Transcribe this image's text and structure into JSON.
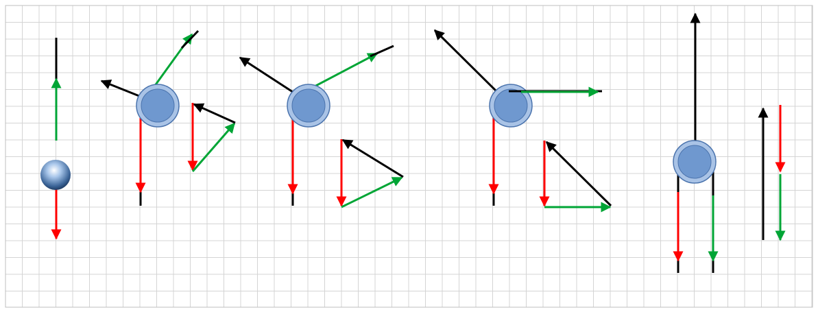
{
  "colors": {
    "background": "#ffffff",
    "grid": "#d4d4d4",
    "border": "#bfbfbf",
    "red": "#ff0000",
    "green": "#00a535",
    "black": "#000000",
    "body_fill": "#6f98cf",
    "body_ring": "#a9c3e6",
    "body_stroke": "#4a73ad",
    "sphere_highlight": "#ffffff",
    "sphere_mid": "#7fa7d6",
    "sphere_dark": "#1f3d66"
  },
  "figures": [
    {
      "name": "vertical-forces-sphere",
      "body": "glossy-sphere-icon"
    },
    {
      "name": "pendulum-tilt-left",
      "body": "disc-icon"
    },
    {
      "name": "pendulum-tilt-mid",
      "body": "disc-icon"
    },
    {
      "name": "pendulum-horizontal",
      "body": "disc-icon"
    },
    {
      "name": "pulley-vertical",
      "body": "disc-icon"
    }
  ]
}
